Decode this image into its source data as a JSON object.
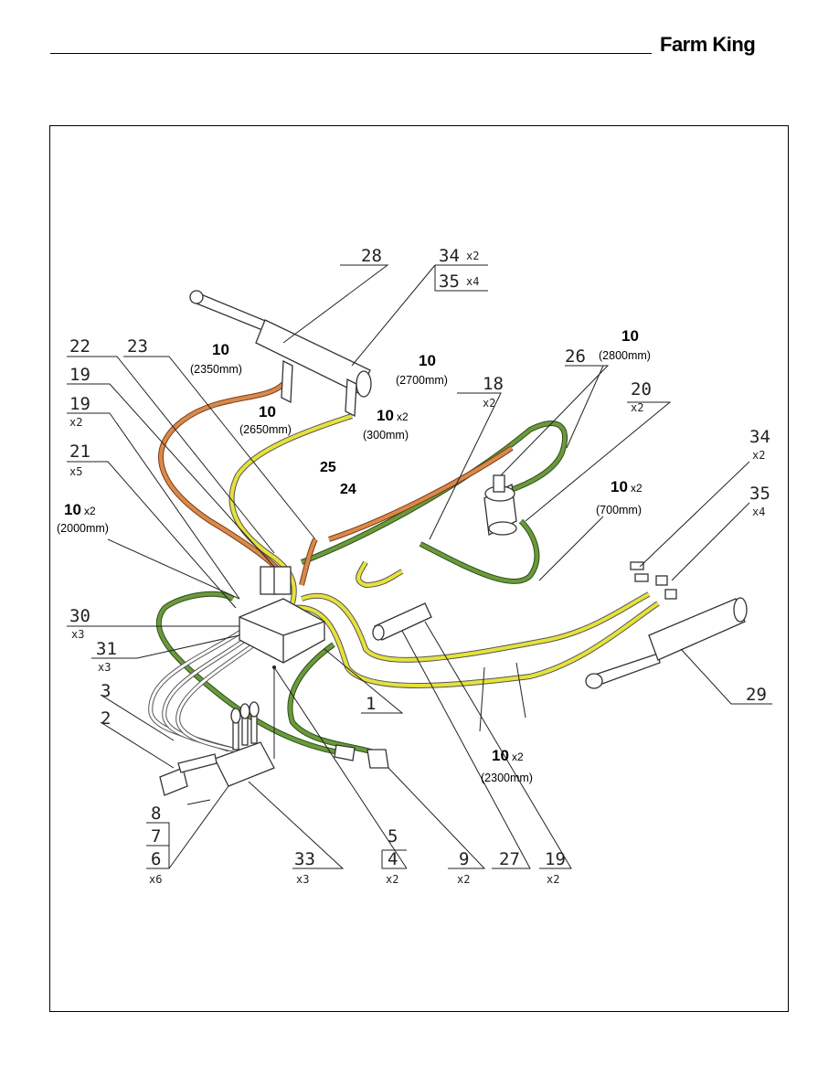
{
  "header": {
    "brand": "Farm King"
  },
  "hoses": [
    {
      "num": "10",
      "qty": "",
      "len": "(2350mm)"
    },
    {
      "num": "10",
      "qty": "",
      "len": "(2650mm)"
    },
    {
      "num": "10",
      "qty": "",
      "len": "(2700mm)"
    },
    {
      "num": "10",
      "qty": "x2",
      "len": "(300mm)"
    },
    {
      "num": "10",
      "qty": "",
      "len": "(2800mm)"
    },
    {
      "num": "10",
      "qty": "x2",
      "len": "(700mm)"
    },
    {
      "num": "10",
      "qty": "x2",
      "len": "(2000mm)"
    },
    {
      "num": "10",
      "qty": "x2",
      "len": "(2300mm)"
    }
  ],
  "callouts": {
    "c28": "28",
    "c34a": "34",
    "c34a_x": "x2",
    "c35a": "35",
    "c35a_x": "x4",
    "c22": "22",
    "c23": "23",
    "c19a": "19",
    "c19b": "19",
    "c19b_x": "x2",
    "c21": "21",
    "c21_x": "x5",
    "c18": "18",
    "c18_x": "x2",
    "c26": "26",
    "c20": "20",
    "c20_x": "x2",
    "c25": "25",
    "c24": "24",
    "c34b": "34",
    "c34b_x": "x2",
    "c35b": "35",
    "c35b_x": "x4",
    "c30": "30",
    "c30_x": "x3",
    "c31": "31",
    "c31_x": "x3",
    "c3": "3",
    "c2": "2",
    "c1": "1",
    "c29": "29",
    "c8": "8",
    "c7": "7",
    "c6": "6",
    "c6_x": "x6",
    "c33": "33",
    "c33_x": "x3",
    "c5": "5",
    "c4": "4",
    "c4_x": "x2",
    "c9": "9",
    "c9_x": "x2",
    "c27": "27",
    "c19c": "19",
    "c19c_x": "x2"
  }
}
